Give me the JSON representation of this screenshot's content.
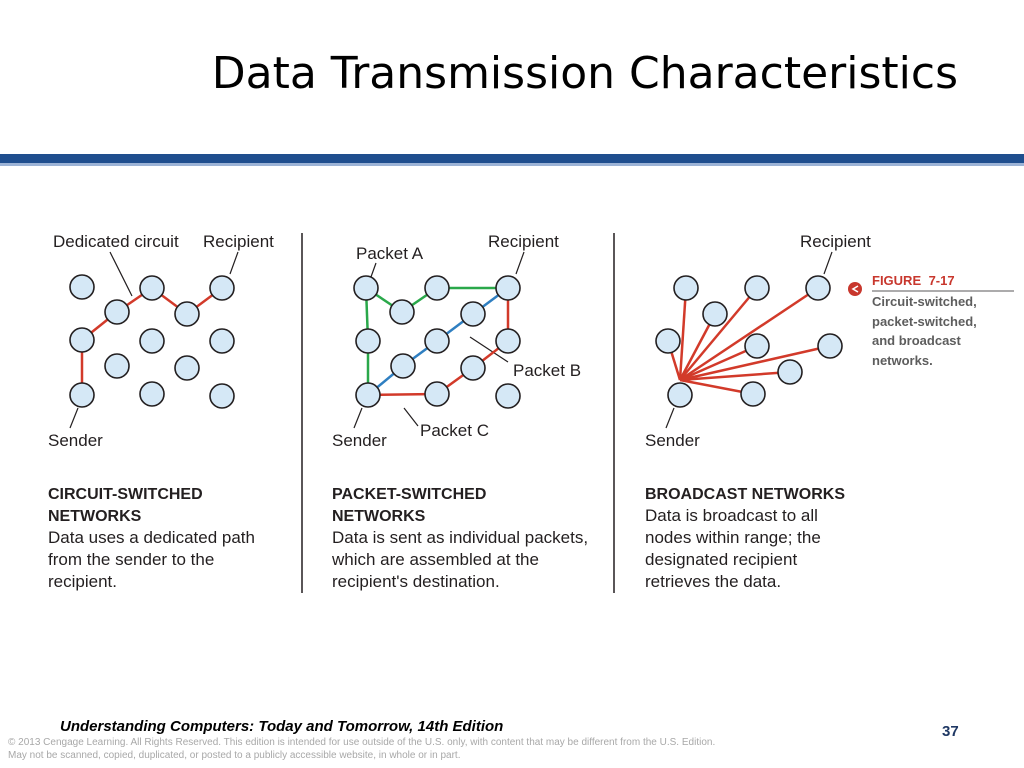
{
  "slide": {
    "title": "Data Transmission Characteristics",
    "footer_book": "Understanding Computers: Today and Tomorrow, 14th Edition",
    "page_number": "37",
    "copyright_line1": "© 2013 Cengage Learning. All Rights Reserved. This edition is intended for use outside of the U.S. only, with content that may be different from the U.S. Edition.",
    "copyright_line2": "May not be scanned, copied, duplicated, or posted to a publicly accessible website, in whole or in part."
  },
  "colors": {
    "accent_bar": "#1f4e8e",
    "node_fill": "#d5e8f6",
    "node_stroke": "#231f20",
    "path_red": "#d23a2a",
    "path_green": "#2aa84a",
    "path_blue": "#2f7fc1",
    "figure_red": "#c8372d"
  },
  "circuit": {
    "label_dedicated": "Dedicated circuit",
    "label_recipient": "Recipient",
    "label_sender": "Sender",
    "heading_line1": "CIRCUIT-SWITCHED",
    "heading_line2": "NETWORKS",
    "desc_line1": "Data uses a dedicated path",
    "desc_line2": "from the sender to the",
    "desc_line3": "recipient."
  },
  "packet": {
    "label_packet_a": "Packet A",
    "label_packet_b": "Packet B",
    "label_packet_c": "Packet C",
    "label_recipient": "Recipient",
    "label_sender": "Sender",
    "heading_line1": "PACKET-SWITCHED",
    "heading_line2": "NETWORKS",
    "desc_line1": "Data is sent as individual packets,",
    "desc_line2": "which are assembled at the",
    "desc_line3": "recipient's destination."
  },
  "broadcast": {
    "label_recipient": "Recipient",
    "label_sender": "Sender",
    "heading_line1": "BROADCAST NETWORKS",
    "desc_line1": "Data is broadcast to all",
    "desc_line2": "nodes within range; the",
    "desc_line3": "designated recipient",
    "desc_line4": "retrieves the data."
  },
  "figure": {
    "keyword": "FIGURE",
    "number": "7-17",
    "caption_line1": "Circuit-switched,",
    "caption_line2": "packet-switched,",
    "caption_line3": "and broadcast",
    "caption_line4": "networks."
  }
}
